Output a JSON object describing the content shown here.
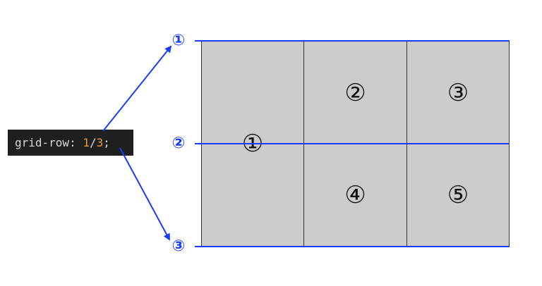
{
  "code": {
    "property": "grid-row:",
    "start": "1",
    "slash": "/",
    "end": "3",
    "semicolon": ";"
  },
  "line_labels": [
    "①",
    "②",
    "③"
  ],
  "cells": [
    "①",
    "②",
    "③",
    "④",
    "⑤"
  ],
  "colors": {
    "line": "#1a3cff",
    "cell_bg": "#cccccc",
    "cell_border": "#333333",
    "code_bg": "#1f1f1f",
    "code_text": "#d8d8d8",
    "code_number": "#e59a3c"
  }
}
